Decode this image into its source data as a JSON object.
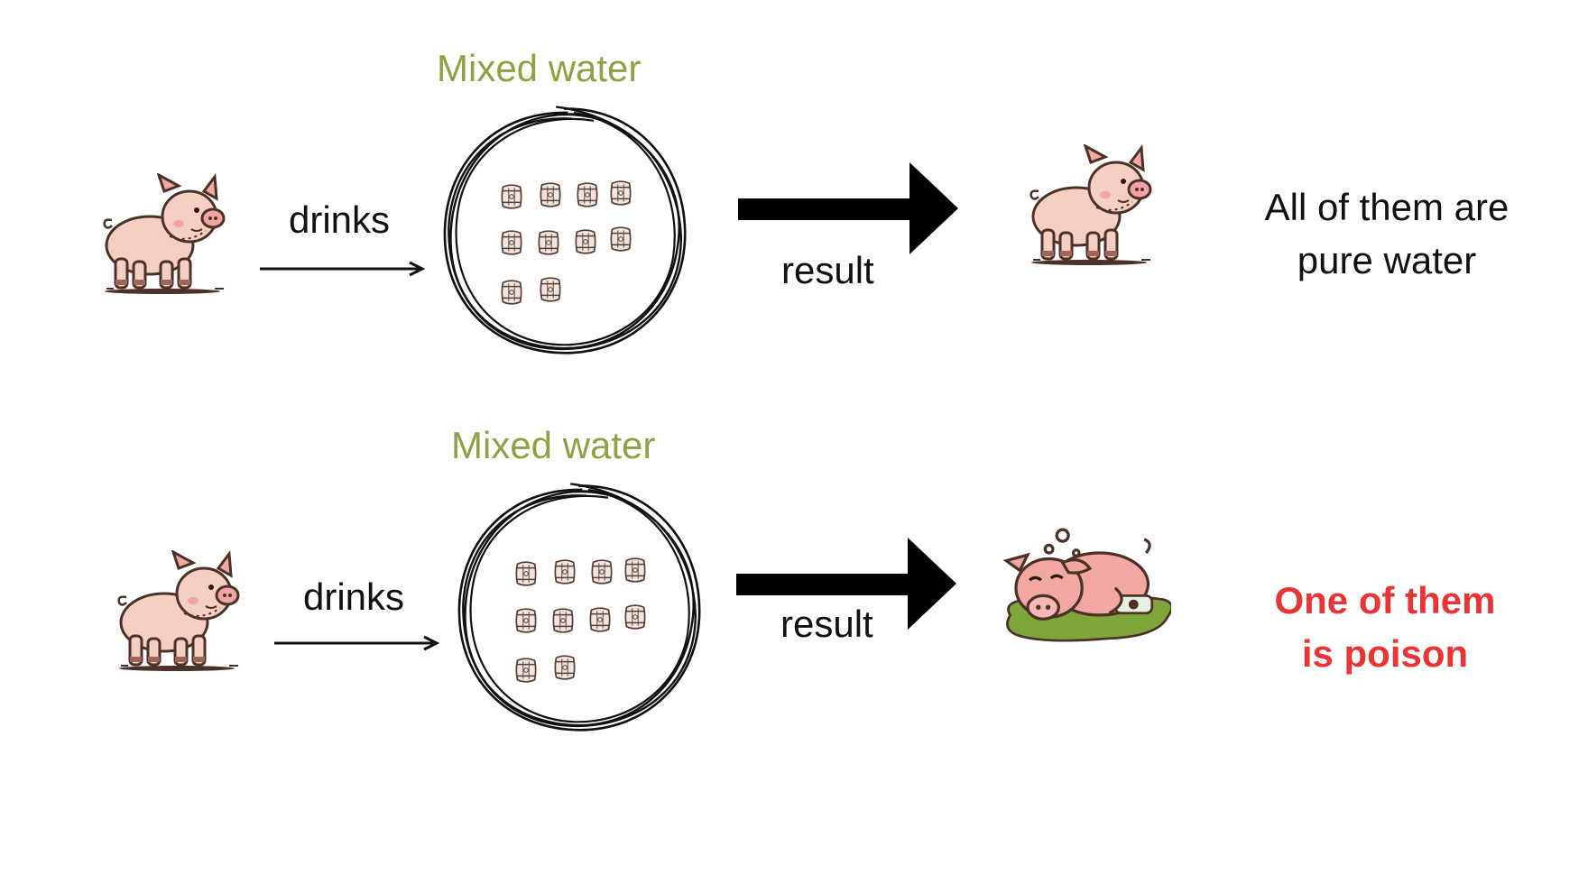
{
  "colors": {
    "mixed_label": "#8ea243",
    "text": "#111111",
    "poison_text": "#e83434",
    "pig_body": "#f6cfc4",
    "pig_outline": "#4a3228",
    "puddle": "#7fa63a"
  },
  "rows": [
    {
      "mixed_label": "Mixed water",
      "drinks_label": "drinks",
      "result_label": "result",
      "outcome_lines": [
        "All of them are",
        "pure water"
      ],
      "barrel_count": 10,
      "pig_state": "healthy"
    },
    {
      "mixed_label": "Mixed water",
      "drinks_label": "drinks",
      "result_label": "result",
      "outcome_lines": [
        "One of them",
        "is poison"
      ],
      "barrel_count": 10,
      "pig_state": "poisoned"
    }
  ]
}
